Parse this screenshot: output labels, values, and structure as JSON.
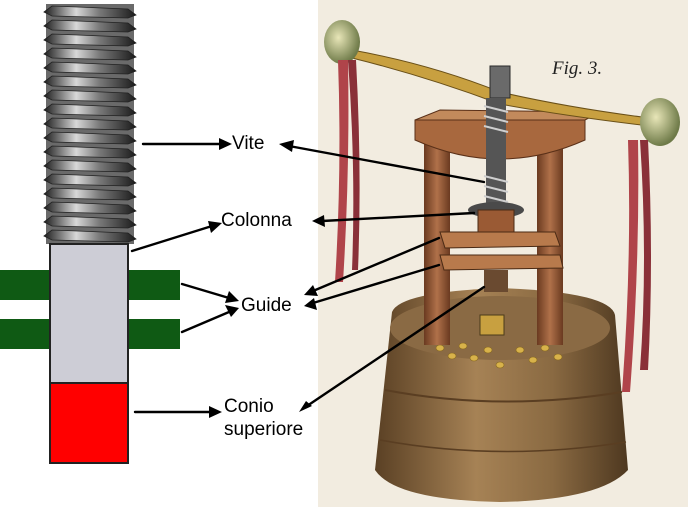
{
  "labels": {
    "vite": "Vite",
    "colonna": "Colonna",
    "guide": "Guide",
    "conio_line1": "Conio",
    "conio_line2": "superiore"
  },
  "illustration": {
    "fig_caption": "Fig. 3."
  },
  "colors": {
    "column": "#cdcdd6",
    "guides": "#0f5a14",
    "die": "#ff0000",
    "wood": "#9a5a34",
    "paper": "#f2ece0"
  }
}
